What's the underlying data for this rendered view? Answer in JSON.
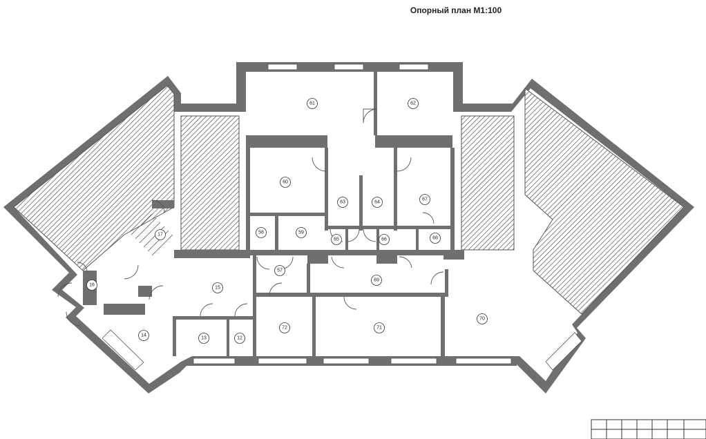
{
  "title": "Опорный план М1:100",
  "rooms": [
    {
      "id": "61",
      "label": "61"
    },
    {
      "id": "62",
      "label": "62"
    },
    {
      "id": "60",
      "label": "60"
    },
    {
      "id": "63",
      "label": "63"
    },
    {
      "id": "64",
      "label": "64"
    },
    {
      "id": "67",
      "label": "67"
    },
    {
      "id": "58",
      "label": "58"
    },
    {
      "id": "59",
      "label": "59"
    },
    {
      "id": "65",
      "label": "65"
    },
    {
      "id": "66",
      "label": "66"
    },
    {
      "id": "68",
      "label": "68"
    },
    {
      "id": "17",
      "label": "17"
    },
    {
      "id": "57",
      "label": "57"
    },
    {
      "id": "69",
      "label": "69"
    },
    {
      "id": "16",
      "label": "16"
    },
    {
      "id": "15",
      "label": "15"
    },
    {
      "id": "70",
      "label": "70"
    },
    {
      "id": "72",
      "label": "72"
    },
    {
      "id": "71",
      "label": "71"
    },
    {
      "id": "14",
      "label": "14"
    },
    {
      "id": "13",
      "label": "13"
    },
    {
      "id": "12",
      "label": "12"
    }
  ]
}
